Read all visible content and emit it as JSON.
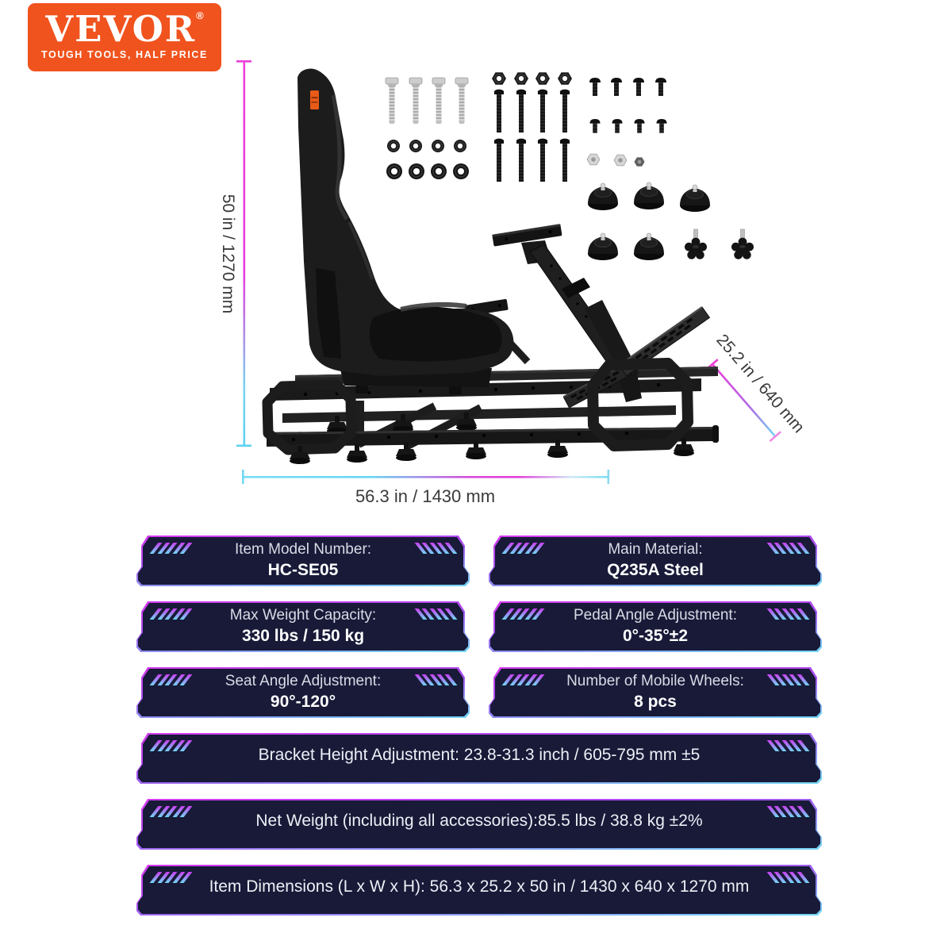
{
  "brand": {
    "name": "VEVOR",
    "registered": "®",
    "tagline": "TOUGH TOOLS, HALF PRICE"
  },
  "dimension_labels": {
    "height": "50 in / 1270 mm",
    "length": "56.3 in / 1430 mm",
    "depth": "25.2 in / 640 mm"
  },
  "spec_cards": [
    {
      "label": "Item Model Number:",
      "value": "HC-SE05"
    },
    {
      "label": "Main Material:",
      "value": "Q235A Steel"
    },
    {
      "label": "Max Weight Capacity:",
      "value": "330 lbs / 150 kg"
    },
    {
      "label": "Pedal Angle Adjustment:",
      "value": "0°-35°±2"
    },
    {
      "label": "Seat Angle Adjustment:",
      "value": "90°-120°"
    },
    {
      "label": "Number of Mobile Wheels:",
      "value": "8 pcs"
    }
  ],
  "spec_bars": [
    {
      "text": "Bracket Height Adjustment: 23.8-31.3 inch / 605-795 mm ±5"
    },
    {
      "text": "Net Weight (including all accessories):85.5 lbs / 38.8 kg ±2%"
    },
    {
      "text": "Item Dimensions (L x W x H): 56.3 x 25.2 x 50 in / 1430 x 640 x 1270 mm"
    }
  ],
  "colors": {
    "brand_orange": "#F0531E",
    "banner_background": "#181A38",
    "banner_border_top": "#D83AF0",
    "banner_border_bottom": "#74D7F5",
    "dimension_magenta": "#EE3ED9",
    "dimension_cyan": "#5FD2F2",
    "dimension_text": "#3A3A3A",
    "product_black": "#1C1C1C"
  }
}
